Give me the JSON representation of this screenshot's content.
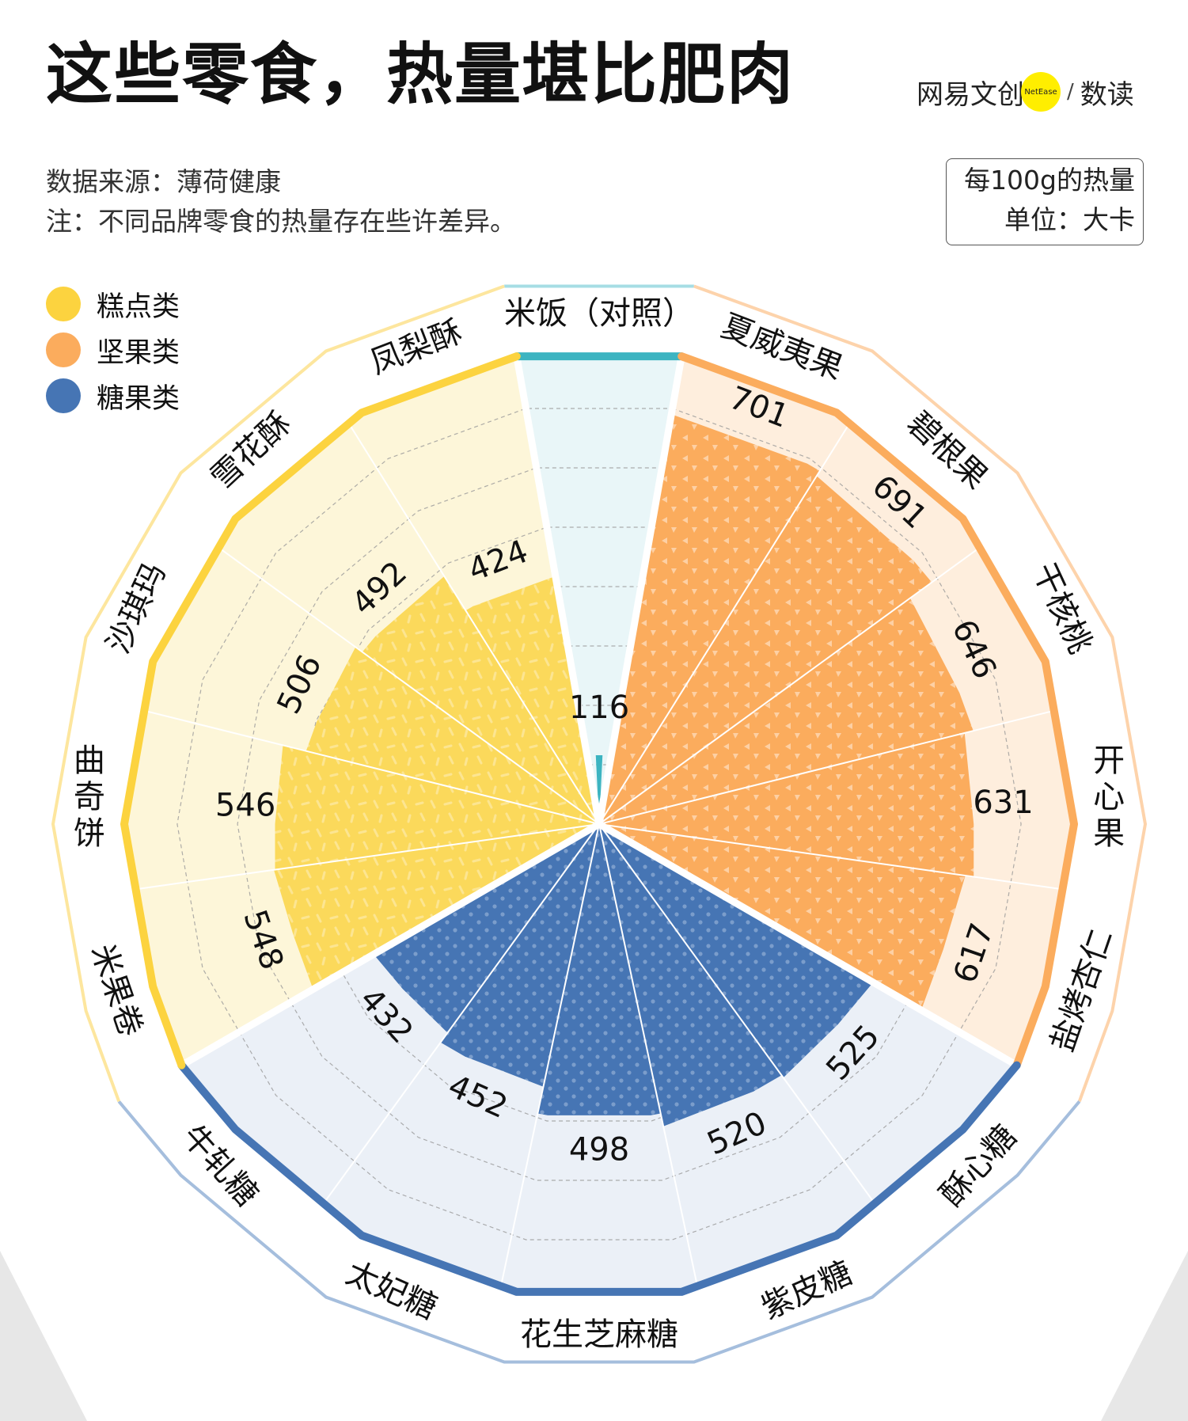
{
  "header": {
    "title": "这些零食，热量堪比肥肉",
    "logo": {
      "brand": "网易文创",
      "badge": "NetEase",
      "slash": "/",
      "sub": "数读"
    },
    "source": "数据来源：薄荷健康",
    "note": "注：不同品牌零食的热量存在些许差异。",
    "unit_line1": "每100g的热量",
    "unit_line2": "单位：大卡"
  },
  "legend": [
    {
      "label": "糕点类",
      "color": "#fcd33f"
    },
    {
      "label": "坚果类",
      "color": "#fbac5d"
    },
    {
      "label": "糖果类",
      "color": "#4675b4"
    }
  ],
  "colors": {
    "pastry": "#fcd33f",
    "pastry_bar": "#fbd95b",
    "pastry_bg": "#fdf6d9",
    "pastry_outer": "#fde69e",
    "nut": "#fbac5d",
    "nut_bar": "#fbac5d",
    "nut_bg": "#feeedd",
    "nut_outer": "#fdd3ab",
    "candy": "#4675b4",
    "candy_bar": "#4675b4",
    "candy_bg": "#ebf0f7",
    "candy_outer": "#a5bedd",
    "rice": "#3cb4c1",
    "rice_bg": "#e9f6f8",
    "rice_outer": "#a6dde4"
  },
  "chart_data": {
    "type": "radial-bar",
    "title": "这些零食，热量堪比肥肉",
    "unit": "大卡 / 100g",
    "rmax": 800,
    "grid_step": 100,
    "categories": [
      "米饭（对照）",
      "夏威夷果",
      "碧根果",
      "干核桃",
      "开心果",
      "盐烤杏仁",
      "酥心糖",
      "紫皮糖",
      "花生芝麻糖",
      "太妃糖",
      "牛轧糖",
      "米果卷",
      "曲奇饼",
      "沙琪玛",
      "雪花酥",
      "凤梨酥"
    ],
    "series": [
      {
        "name": "对照",
        "group": "rice",
        "items": [
          {
            "label": "米饭（对照）",
            "value": 116
          }
        ]
      },
      {
        "name": "坚果类",
        "group": "nut",
        "items": [
          {
            "label": "夏威夷果",
            "value": 701
          },
          {
            "label": "碧根果",
            "value": 691
          },
          {
            "label": "干核桃",
            "value": 646
          },
          {
            "label": "开心果",
            "value": 631
          },
          {
            "label": "盐烤杏仁",
            "value": 617
          }
        ]
      },
      {
        "name": "糖果类",
        "group": "candy",
        "items": [
          {
            "label": "酥心糖",
            "value": 525
          },
          {
            "label": "紫皮糖",
            "value": 520
          },
          {
            "label": "花生芝麻糖",
            "value": 498
          },
          {
            "label": "太妃糖",
            "value": 452
          },
          {
            "label": "牛轧糖",
            "value": 432
          }
        ]
      },
      {
        "name": "糕点类",
        "group": "pastry",
        "items": [
          {
            "label": "米果卷",
            "value": 548
          },
          {
            "label": "曲奇饼",
            "value": 546
          },
          {
            "label": "沙琪玛",
            "value": 506
          },
          {
            "label": "雪花酥",
            "value": 492
          },
          {
            "label": "凤梨酥",
            "value": 424
          }
        ]
      }
    ]
  }
}
